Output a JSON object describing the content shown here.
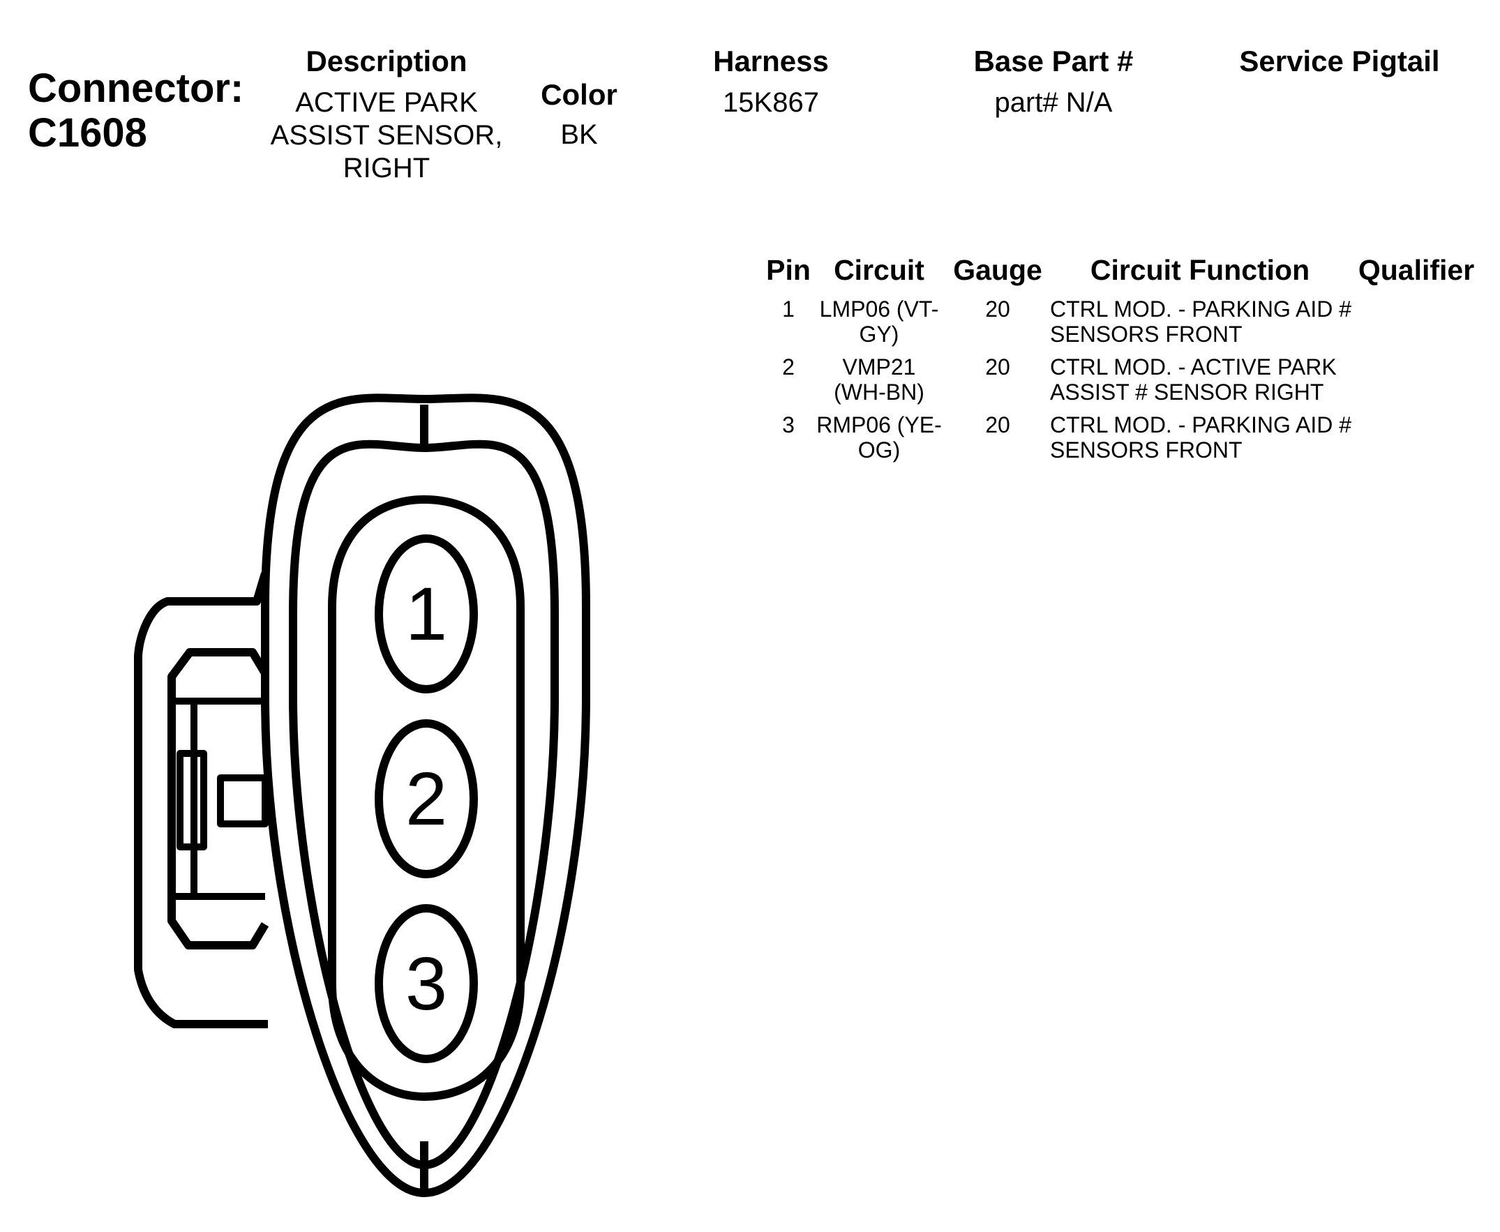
{
  "connector": {
    "label": "Connector:",
    "id": "C1608"
  },
  "header": {
    "description_label": "Description",
    "description_value": "ACTIVE PARK ASSIST SENSOR, RIGHT",
    "color_label": "Color",
    "color_value": "BK",
    "harness_label": "Harness",
    "harness_value": "15K867",
    "base_part_label": "Base Part #",
    "base_part_value": "part# N/A",
    "service_pigtail_label": "Service Pigtail"
  },
  "table": {
    "headers": {
      "pin": "Pin",
      "circuit": "Circuit",
      "gauge": "Gauge",
      "function": "Circuit Function",
      "qualifier": "Qualifier"
    },
    "rows": [
      {
        "pin": "1",
        "circuit": "LMP06 (VT-GY)",
        "gauge": "20",
        "function": "CTRL MOD. - PARKING AID # SENSORS FRONT",
        "qualifier": ""
      },
      {
        "pin": "2",
        "circuit": "VMP21 (WH-BN)",
        "gauge": "20",
        "function": "CTRL MOD. - ACTIVE PARK ASSIST # SENSOR RIGHT",
        "qualifier": ""
      },
      {
        "pin": "3",
        "circuit": "RMP06 (YE-OG)",
        "gauge": "20",
        "function": "CTRL MOD. - PARKING AID # SENSORS FRONT",
        "qualifier": ""
      }
    ]
  },
  "diagram": {
    "pins": [
      "1",
      "2",
      "3"
    ],
    "stroke_color": "#000000"
  }
}
